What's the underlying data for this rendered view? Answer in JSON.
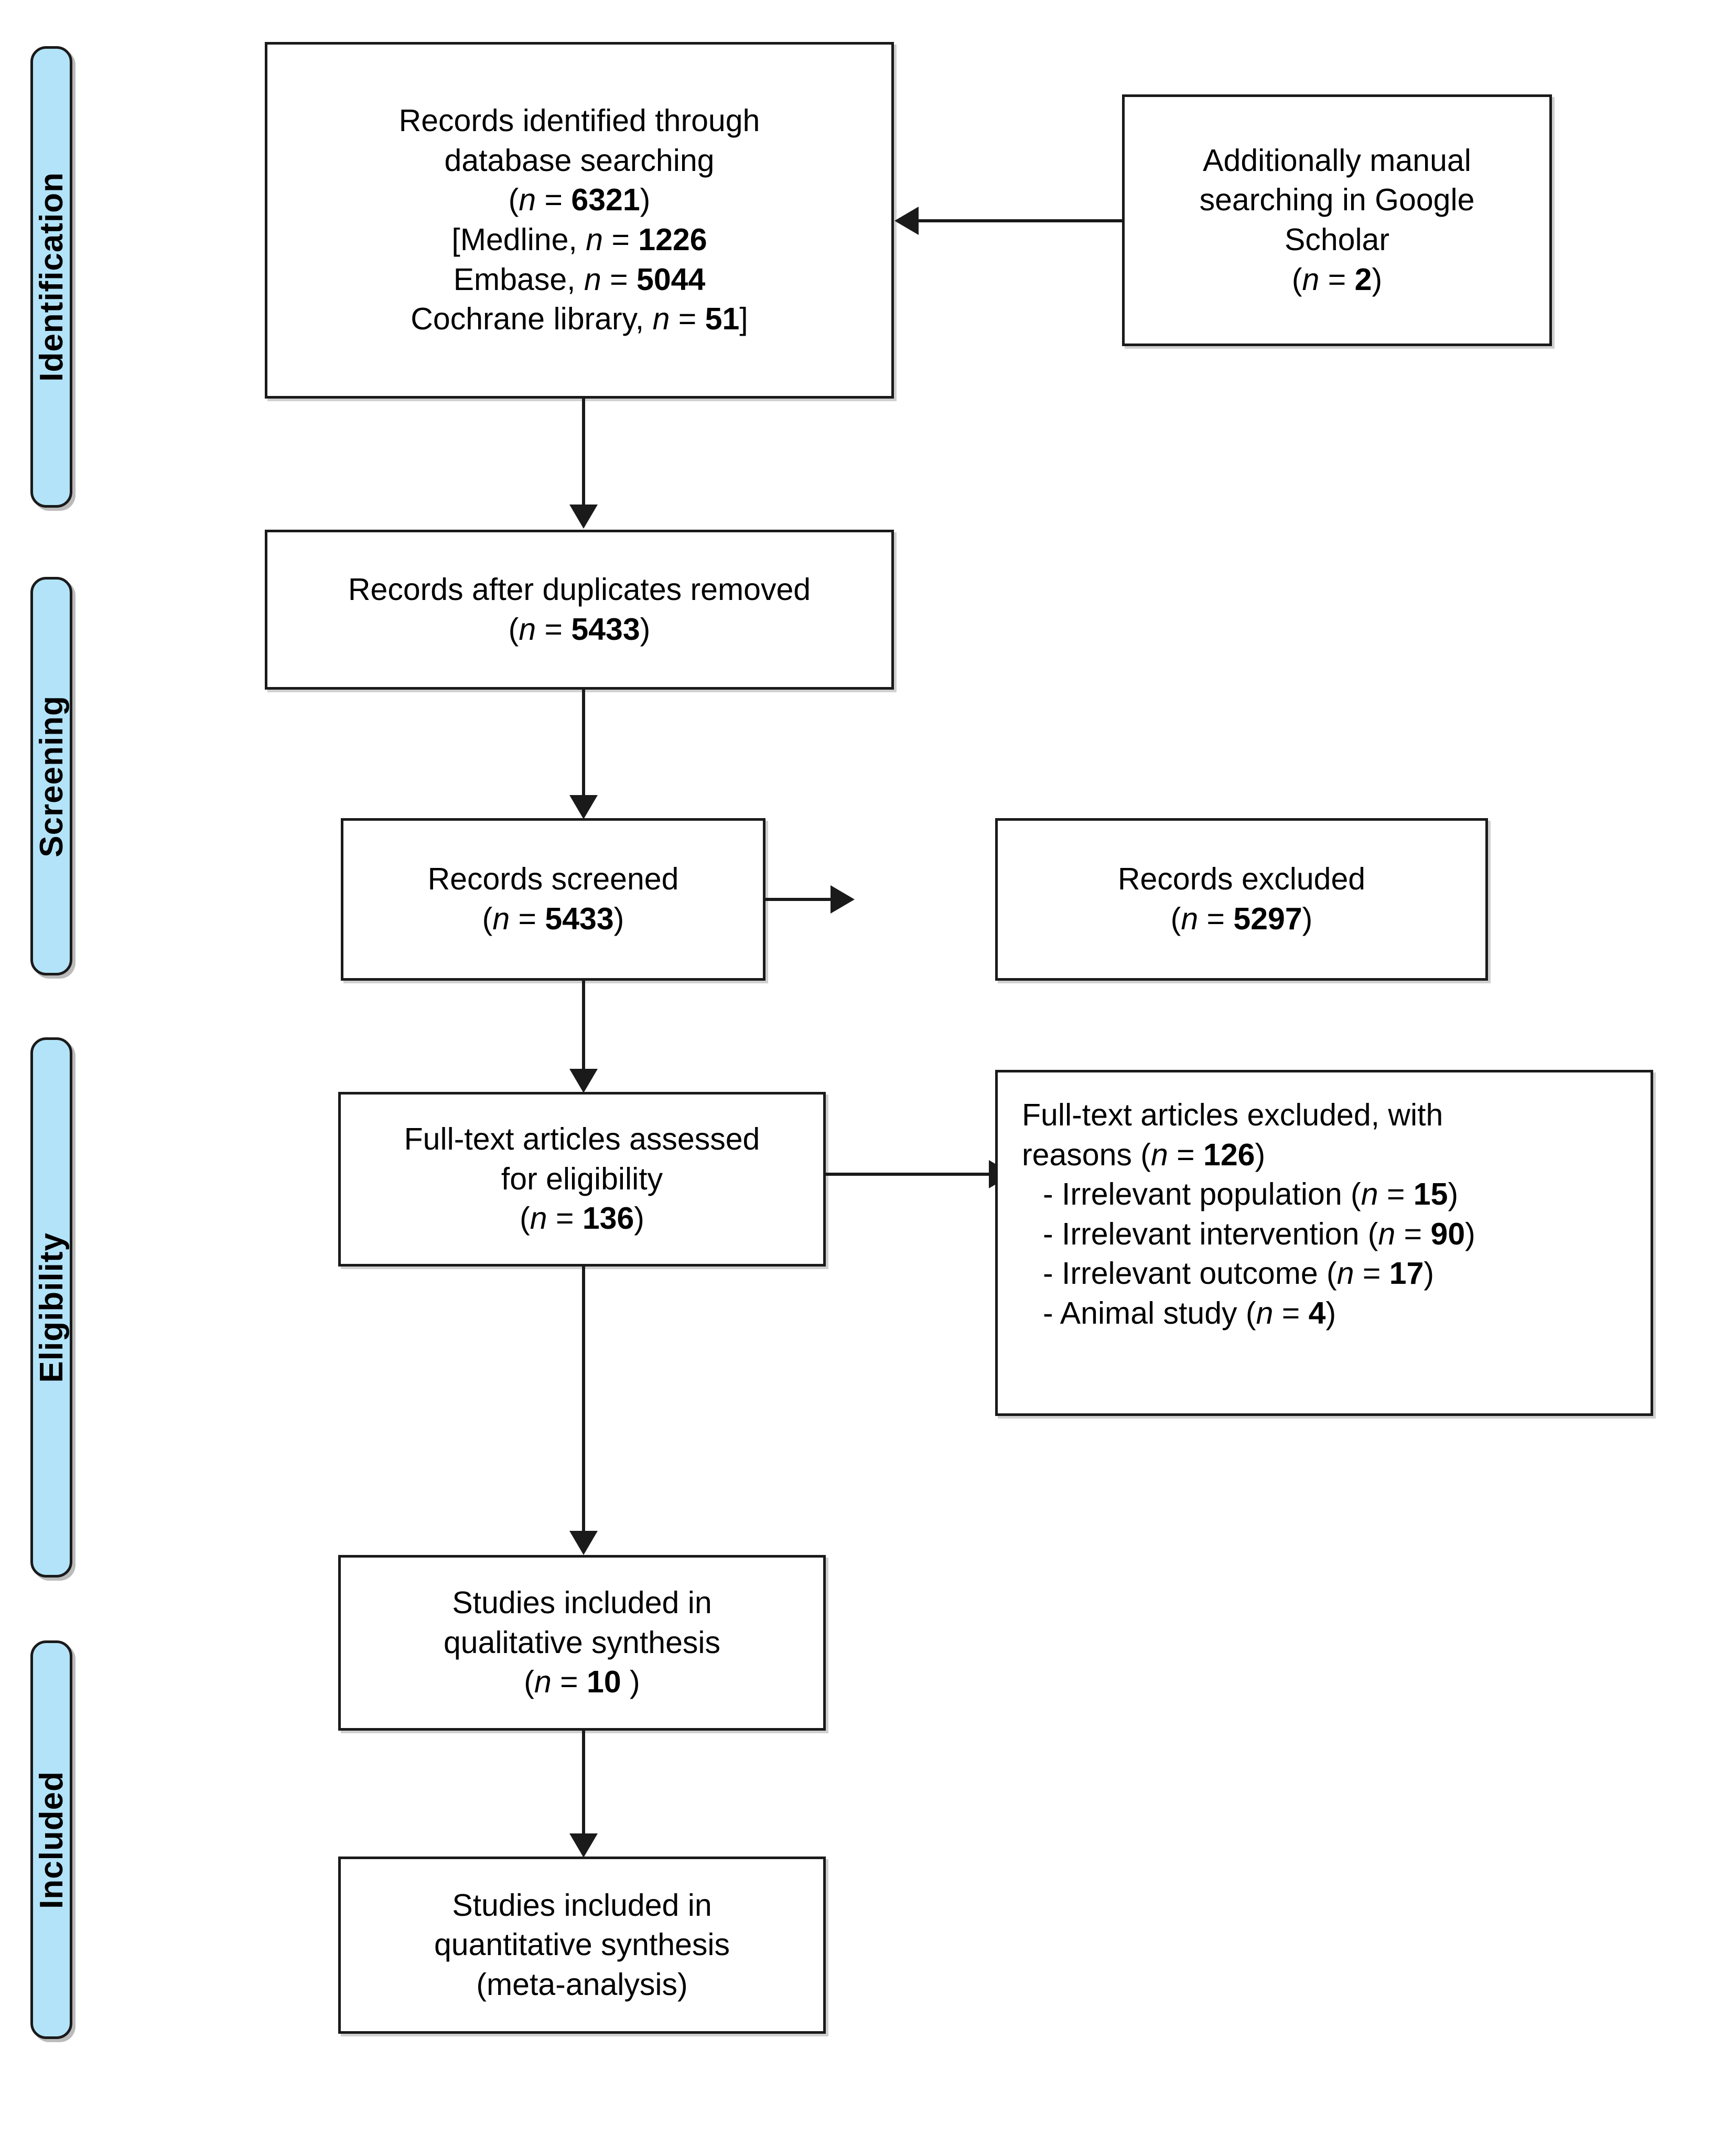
{
  "diagram": {
    "type": "prisma-flow-diagram",
    "title": "PRISMA flow diagram",
    "accent_color": "#b3e3f8",
    "line_color": "#1a1a1a",
    "box_fill": "#ffffff"
  },
  "stages": [
    {
      "id": "identification",
      "label": "Identification"
    },
    {
      "id": "screening",
      "label": "Screening"
    },
    {
      "id": "eligibility",
      "label": "Eligibility"
    },
    {
      "id": "included",
      "label": "Included"
    }
  ],
  "boxes": {
    "records_identified": {
      "lines": [
        "Records identified through",
        "database searching"
      ],
      "count_line": "(n = 6321)",
      "n_label": "n",
      "n_value": "6321",
      "sources": [
        {
          "prefix": "[Medline, ",
          "n_label": "n",
          "n_value": "1226",
          "suffix": ""
        },
        {
          "prefix": "Embase, ",
          "n_label": "n",
          "n_value": "5044",
          "suffix": ""
        },
        {
          "prefix": "Cochrane library, ",
          "n_label": "n",
          "n_value": "51",
          "suffix": "]"
        }
      ]
    },
    "manual_search": {
      "lines": [
        "Additionally manual",
        "searching in Google",
        "Scholar"
      ],
      "n_label": "n",
      "n_value": "2"
    },
    "duplicates_removed": {
      "lines": [
        "Records after duplicates removed"
      ],
      "n_label": "n",
      "n_value": "5433"
    },
    "records_screened": {
      "lines": [
        "Records screened"
      ],
      "n_label": "n",
      "n_value": "5433"
    },
    "records_excluded": {
      "lines": [
        "Records excluded"
      ],
      "n_label": "n",
      "n_value": "5297"
    },
    "fulltext_assessed": {
      "lines": [
        "Full-text articles assessed",
        "for eligibility"
      ],
      "n_label": "n",
      "n_value": "136"
    },
    "fulltext_excluded": {
      "heading_line1": "Full-text articles excluded, with",
      "heading_line2_prefix": "reasons (",
      "n_label": "n",
      "n_value": "126",
      "heading_line2_suffix": ")",
      "reasons": [
        {
          "text": "- Irrelevant population (",
          "n_label": "n",
          "n_value": "15",
          "suffix": ")"
        },
        {
          "text": "- Irrelevant intervention (",
          "n_label": "n",
          "n_value": "90",
          "suffix": ")"
        },
        {
          "text": "- Irrelevant outcome (",
          "n_label": "n",
          "n_value": "17",
          "suffix": ")"
        },
        {
          "text": "- Animal study (",
          "n_label": "n",
          "n_value": "4",
          "suffix": ")"
        }
      ]
    },
    "qualitative_synthesis": {
      "lines": [
        "Studies included in",
        "qualitative synthesis"
      ],
      "count_prefix": "(",
      "n_label": "n",
      "n_value": "10",
      "count_suffix": " )"
    },
    "quantitative_synthesis": {
      "lines": [
        "Studies included in",
        "quantitative synthesis",
        "(meta-analysis)"
      ]
    }
  },
  "chart_data": {
    "type": "diagram",
    "flow": [
      {
        "from": "records_identified",
        "to": "duplicates_removed",
        "direction": "down"
      },
      {
        "from": "manual_search",
        "to": "records_identified",
        "direction": "left"
      },
      {
        "from": "duplicates_removed",
        "to": "records_screened",
        "direction": "down"
      },
      {
        "from": "records_screened",
        "to": "records_excluded",
        "direction": "right"
      },
      {
        "from": "records_screened",
        "to": "fulltext_assessed",
        "direction": "down"
      },
      {
        "from": "fulltext_assessed",
        "to": "fulltext_excluded",
        "direction": "right"
      },
      {
        "from": "fulltext_assessed",
        "to": "qualitative_synthesis",
        "direction": "down"
      },
      {
        "from": "qualitative_synthesis",
        "to": "quantitative_synthesis",
        "direction": "down"
      }
    ],
    "counts": {
      "records_identified": 6321,
      "medline": 1226,
      "embase": 5044,
      "cochrane_library": 51,
      "manual_google_scholar": 2,
      "after_duplicates_removed": 5433,
      "records_screened": 5433,
      "records_excluded": 5297,
      "fulltext_assessed": 136,
      "fulltext_excluded": 126,
      "irrelevant_population": 15,
      "irrelevant_intervention": 90,
      "irrelevant_outcome": 17,
      "animal_study": 4,
      "qualitative_synthesis": 10
    }
  }
}
